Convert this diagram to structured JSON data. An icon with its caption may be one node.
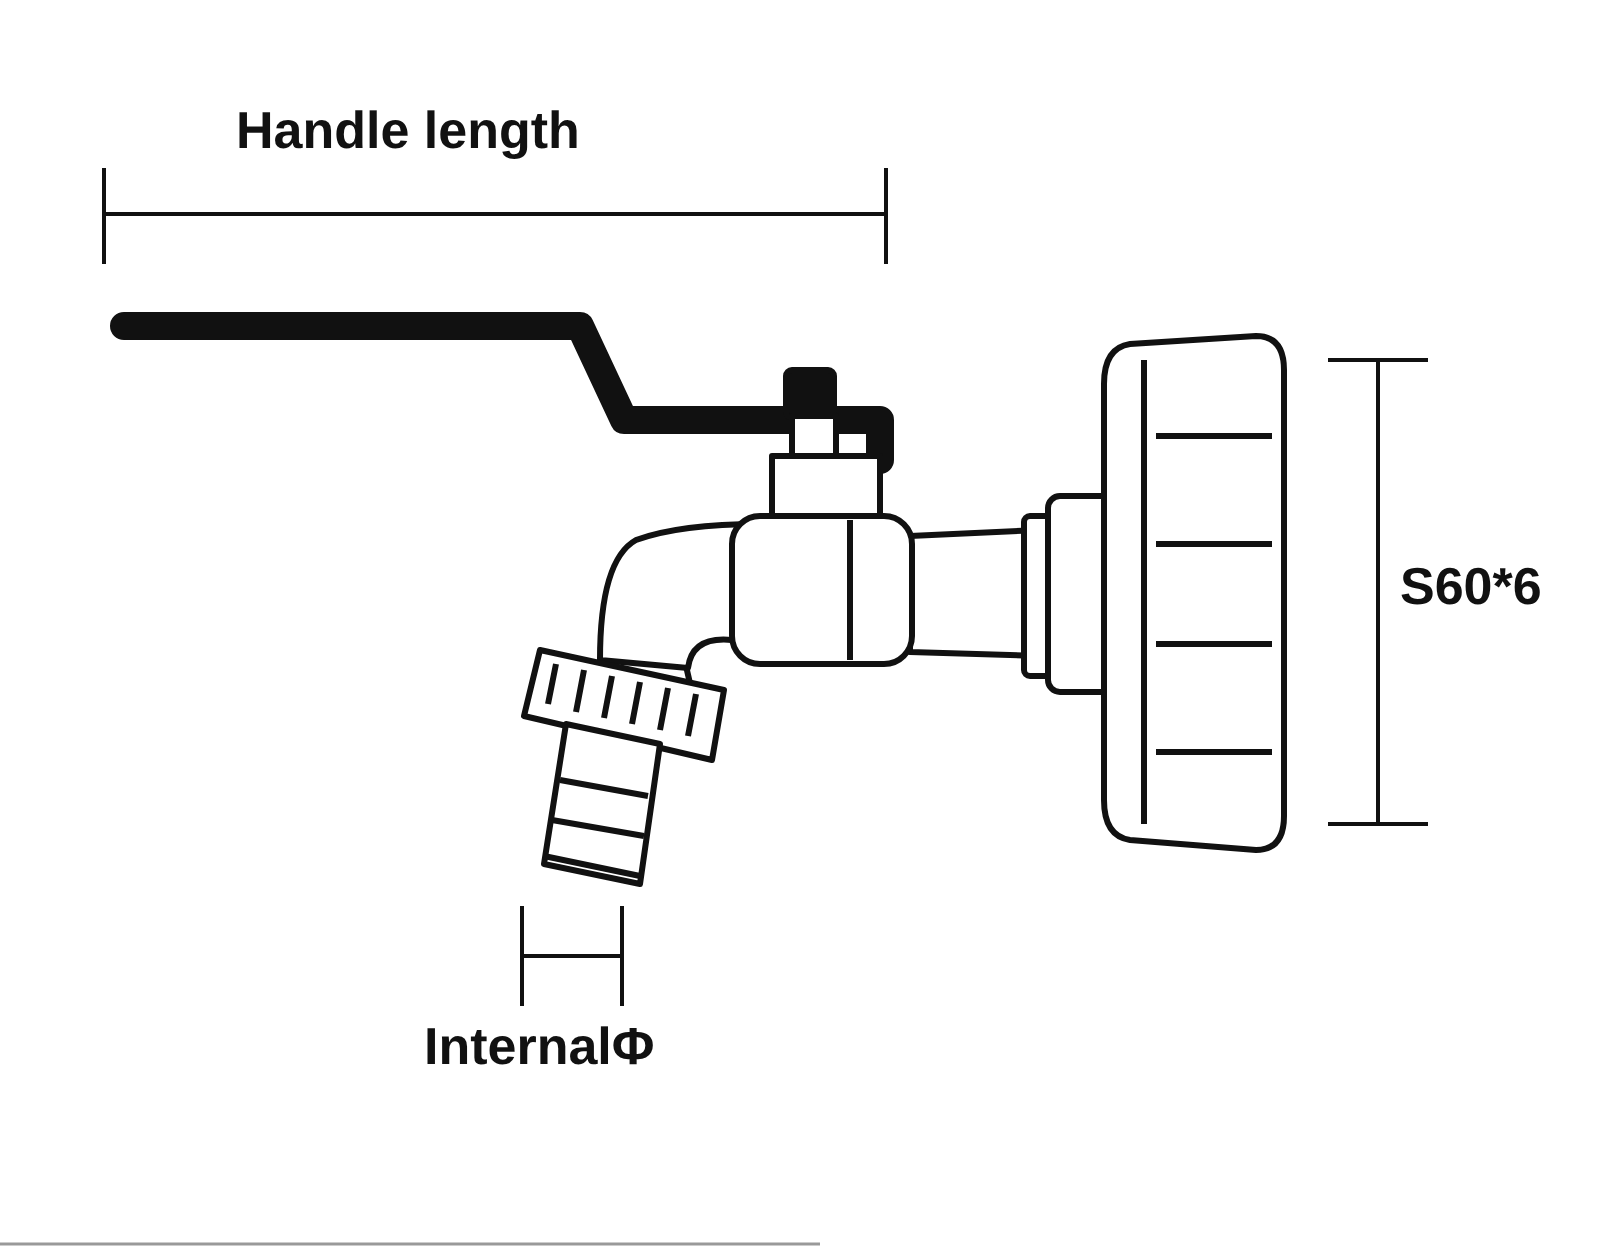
{
  "diagram": {
    "labels": [
      "Handle length",
      "S60*6",
      "InternalΦ"
    ]
  }
}
